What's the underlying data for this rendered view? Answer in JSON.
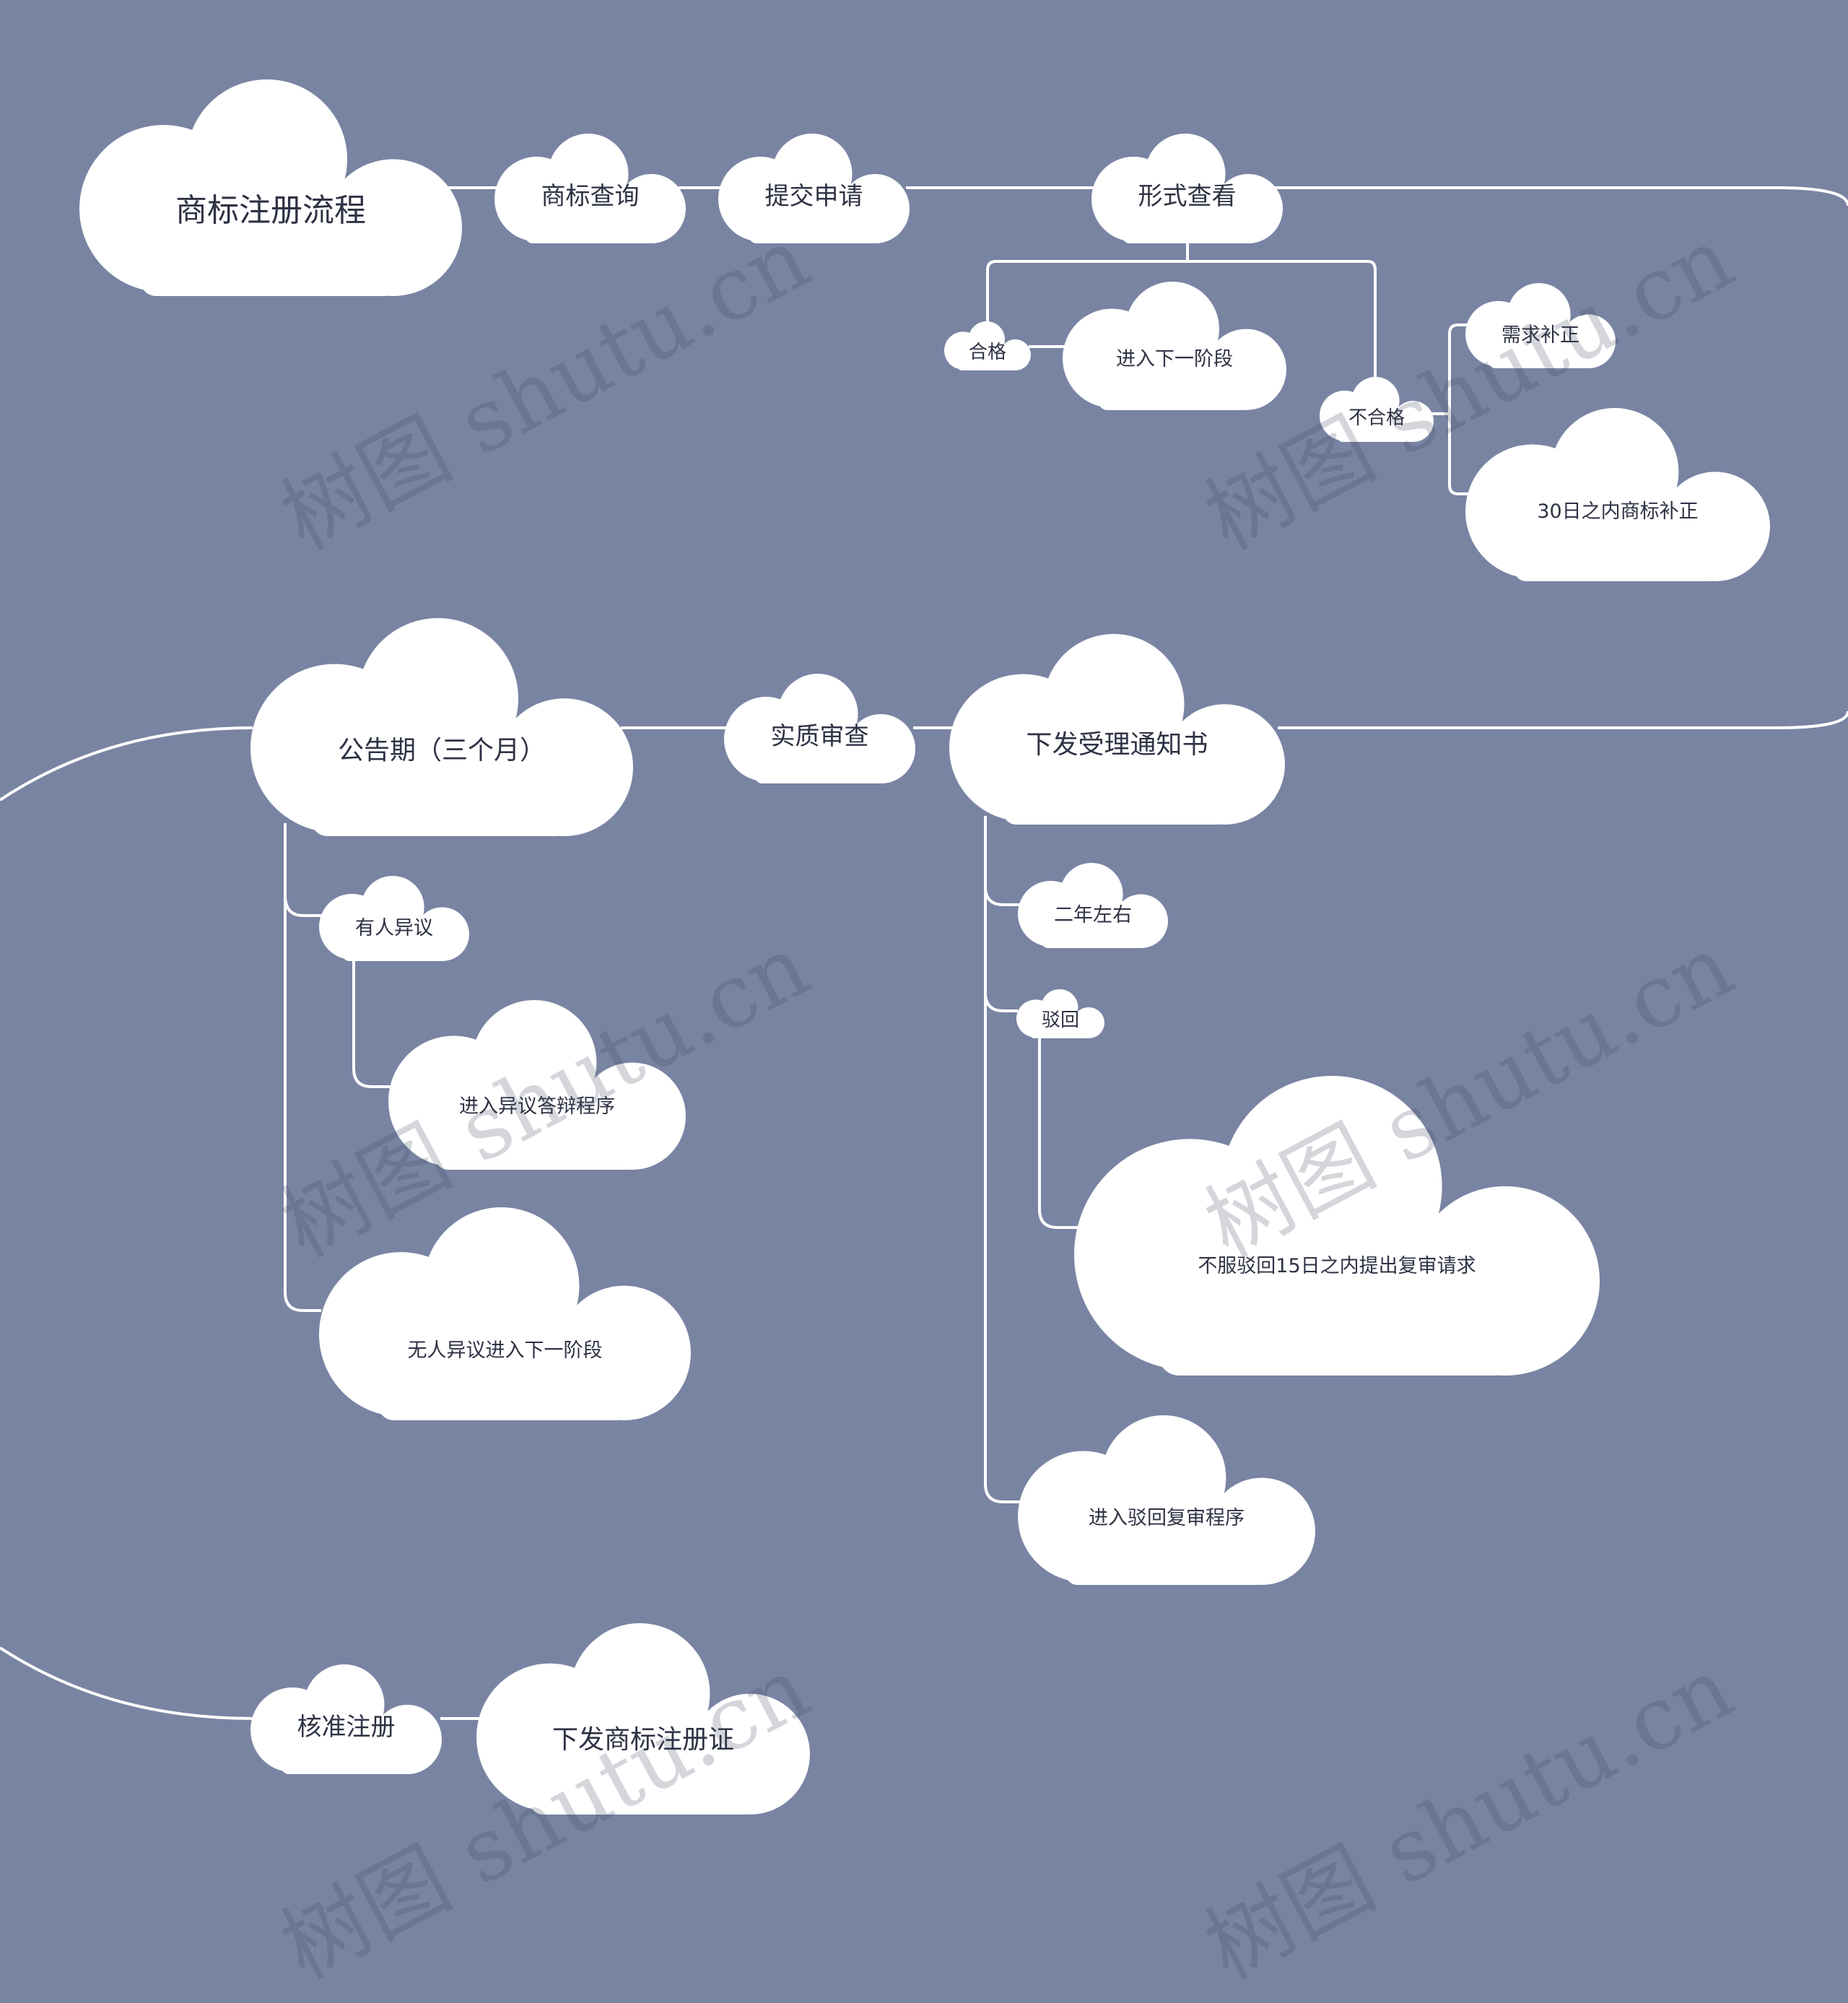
{
  "colors": {
    "background": "#7984a3",
    "cloud": "#ffffff",
    "line": "#ffffff",
    "text": "#2e3244"
  },
  "watermark": "树图 shutu.cn",
  "nodes": {
    "root": "商标注册流程",
    "query": "商标查询",
    "submit": "提交申请",
    "formal": "形式查看",
    "qualified": "合格",
    "next_stage_1": "进入下一阶段",
    "unqualified": "不合格",
    "need_fix": "需求补正",
    "fix_30": "30日之内商标补正",
    "substantive": "实质审查",
    "notice": "下发受理通知书",
    "two_years": "二年左右",
    "rejected": "驳回",
    "appeal_15": "不服驳回15日之内提出复审请求",
    "review": "进入驳回复审程序",
    "publication": "公告期（三个月）",
    "objection": "有人异议",
    "defense": "进入异议答辩程序",
    "no_objection": "无人异议进入下一阶段",
    "approve": "核准注册",
    "certificate": "下发商标注册证"
  }
}
